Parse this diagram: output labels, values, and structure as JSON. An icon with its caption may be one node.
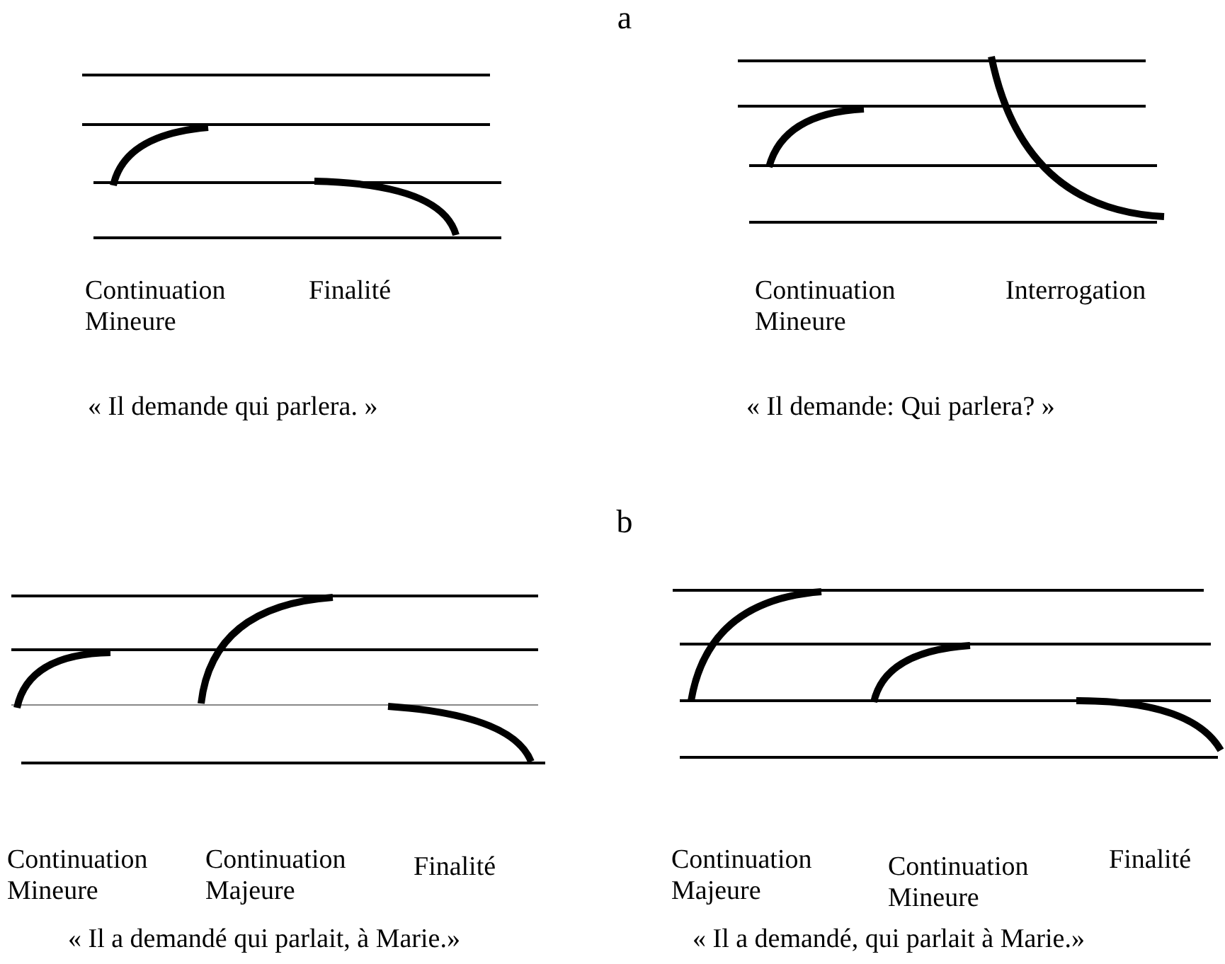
{
  "diagram": {
    "labels": [
      "a",
      "Continuation Mineure",
      "Finalité",
      "Continuation Mineure",
      "Interrogation",
      "« Il demande qui parlera. »",
      "« Il demande: Qui parlera? »",
      "b",
      "Continuation Mineure",
      "Continuation Majeure",
      "Finalité",
      "Continuation Majeure",
      "Continuation Mineure",
      "Finalité",
      "« Il a demandé qui parlait, à Marie.»",
      "« Il a demandé, qui parlait à Marie.»"
    ]
  }
}
